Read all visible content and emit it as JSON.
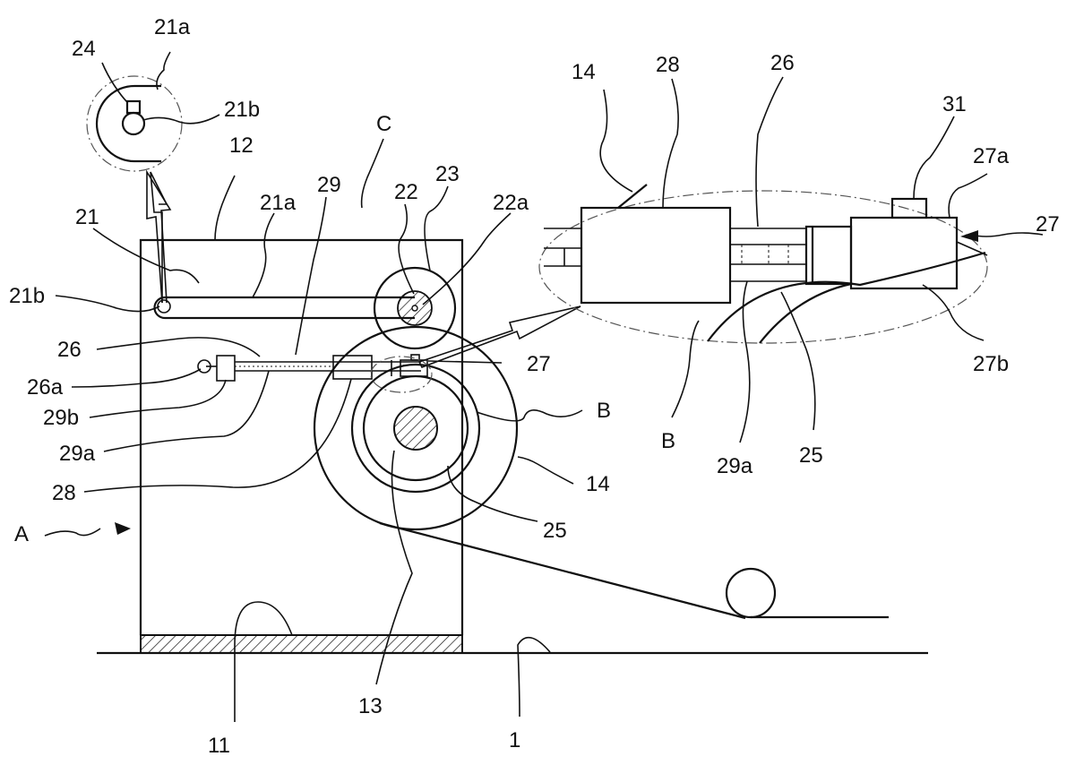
{
  "labels": {
    "l_21a_top": "21a",
    "l_24": "24",
    "l_21b_top": "21b",
    "l_12": "12",
    "l_C": "C",
    "l_29": "29",
    "l_21a_mid": "21a",
    "l_22": "22",
    "l_23": "23",
    "l_22a": "22a",
    "l_21": "21",
    "l_21b_left": "21b",
    "l_26_left": "26",
    "l_26a": "26a",
    "l_29b": "29b",
    "l_29a_left": "29a",
    "l_28_left": "28",
    "l_27_main": "27",
    "l_B_main": "B",
    "l_14_main": "14",
    "l_25_main": "25",
    "l_A": "A",
    "l_13": "13",
    "l_11": "11",
    "l_1": "1",
    "l_14_detail": "14",
    "l_28_detail": "28",
    "l_26_detail": "26",
    "l_31": "31",
    "l_27a": "27a",
    "l_27_detail": "27",
    "l_27b": "27b",
    "l_B_detail": "B",
    "l_29a_detail": "29a",
    "l_25_detail": "25"
  }
}
